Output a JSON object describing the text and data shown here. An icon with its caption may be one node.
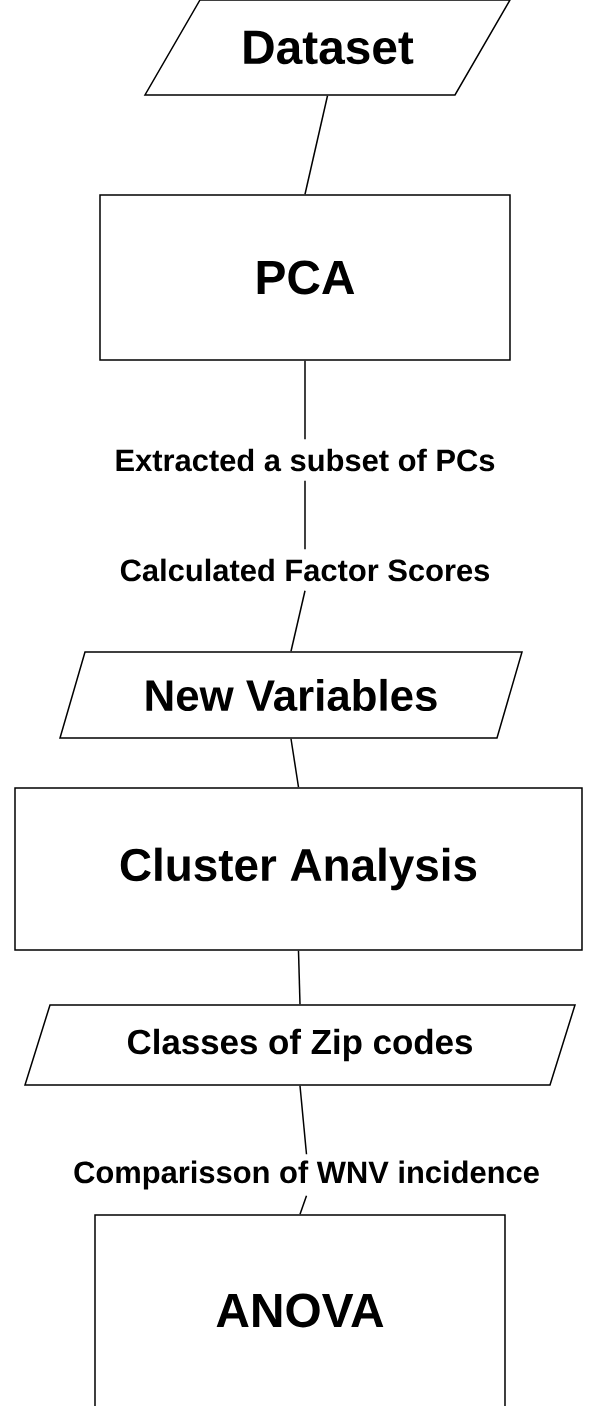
{
  "diagram": {
    "nodes": [
      {
        "text": [
          "Dataset"
        ]
      },
      {
        "text": [
          "PCA"
        ]
      },
      {
        "text": [
          "Extracted a subset of PCs"
        ]
      },
      {
        "text": [
          "Calculated Factor Scores"
        ]
      },
      {
        "text": [
          "New Variables"
        ]
      },
      {
        "text": [
          "Cluster Analysis"
        ]
      },
      {
        "text": [
          "Classes of Zip codes"
        ]
      },
      {
        "text": [
          "Comparisson of WNV incidence"
        ]
      },
      {
        "text": [
          "ANOVA"
        ]
      }
    ],
    "edges": [
      {
        "from": 0,
        "to": 1,
        "arrow": "none"
      },
      {
        "from": 1,
        "to": 2,
        "arrow": "none"
      },
      {
        "from": 2,
        "to": 3,
        "arrow": "none"
      },
      {
        "from": 3,
        "to": 4,
        "arrow": "none"
      },
      {
        "from": 4,
        "to": 5,
        "arrow": "none"
      },
      {
        "from": 5,
        "to": 6,
        "arrow": "none"
      },
      {
        "from": 6,
        "to": 7,
        "arrow": "none"
      },
      {
        "from": 7,
        "to": 8,
        "arrow": "none"
      }
    ]
  }
}
